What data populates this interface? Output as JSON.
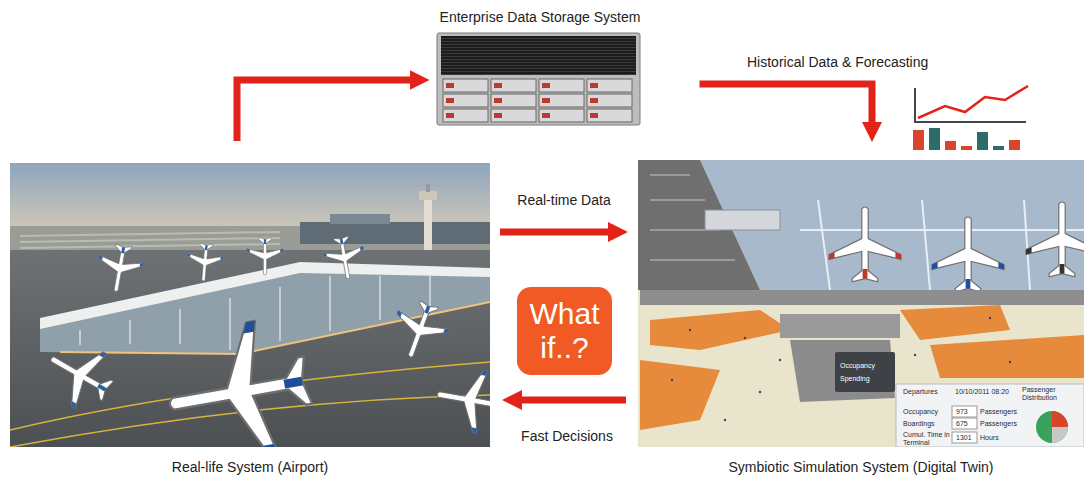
{
  "diagram": {
    "nodes": [
      {
        "text": [
          "Enterprise Data Storage System"
        ]
      },
      {
        "text": [
          "Real-life System (Airport)"
        ]
      },
      {
        "text": [
          "What if..?"
        ]
      },
      {
        "text": [
          "Symbiotic Simulation System (Digital Twin)"
        ]
      }
    ],
    "edges": [
      {
        "from": 1,
        "to": 0,
        "arrow": "to"
      },
      {
        "from": 0,
        "to": 3,
        "label": "Historical Data & Forecasting",
        "arrow": "to"
      },
      {
        "from": 1,
        "to": 3,
        "label": "Real-time Data",
        "arrow": "to"
      },
      {
        "from": 3,
        "to": 1,
        "label": "Fast Decisions",
        "arrow": "to"
      }
    ],
    "labels": [
      "Departures",
      "10/10/2011 08:20",
      "Passenger Distribution",
      "Occupancy",
      "973",
      "Passengers",
      "Boardings",
      "675",
      "Passengers",
      "Cumul. Time in Terminal",
      "1301",
      "Hours",
      "Occupancy",
      "Spending"
    ]
  }
}
